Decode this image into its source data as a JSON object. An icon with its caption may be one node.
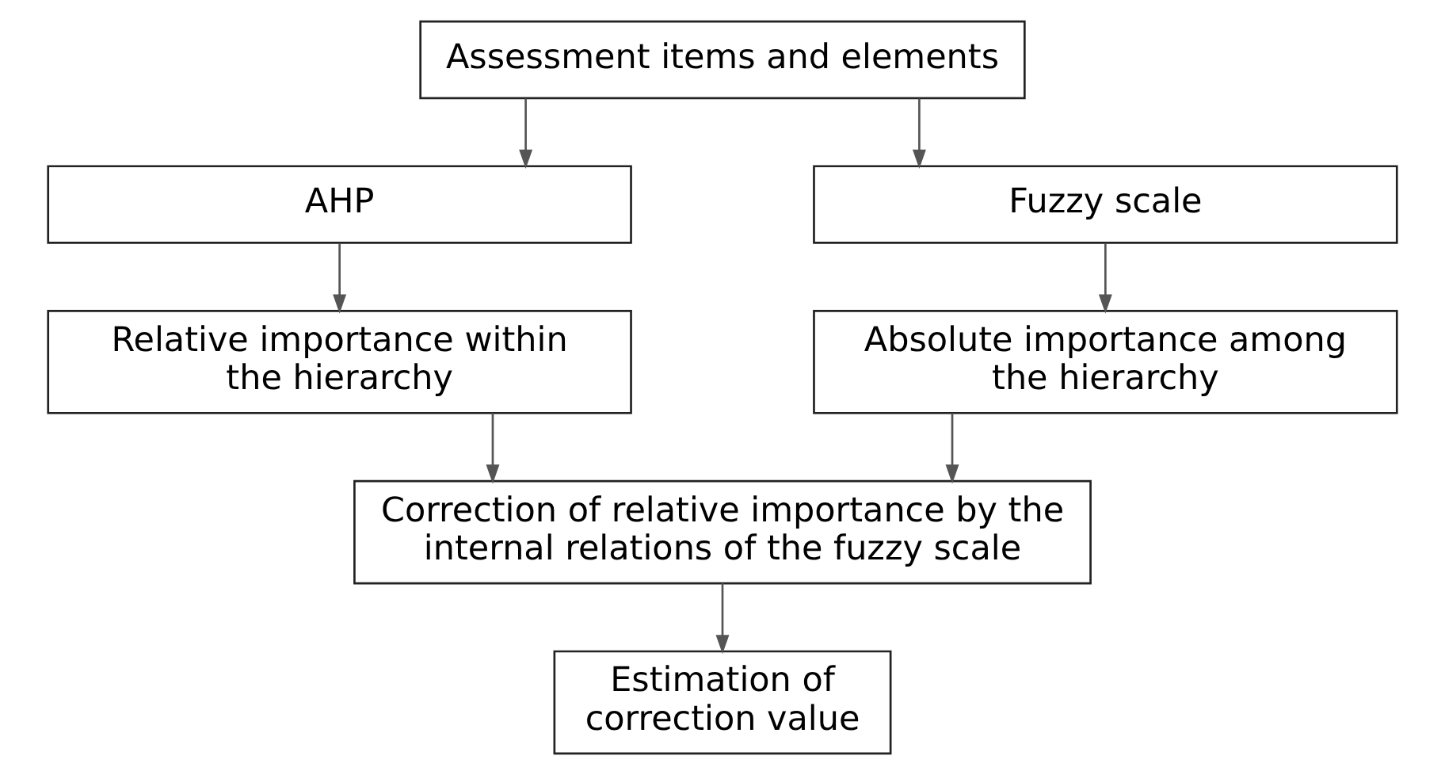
{
  "diagram": {
    "nodes": [
      {
        "text": [
          "Assessment items and elements"
        ]
      },
      {
        "text": [
          "AHP"
        ]
      },
      {
        "text": [
          "Fuzzy scale"
        ]
      },
      {
        "text": [
          "Relative importance within the hierarchy"
        ]
      },
      {
        "text": [
          "Absolute importance among the hierarchy"
        ]
      },
      {
        "text": [
          "Correction of relative importance by the internal relations of the fuzzy scale"
        ]
      },
      {
        "text": [
          "Estimation of correction value"
        ]
      }
    ],
    "edges": [
      {
        "from": 0,
        "to": 1,
        "arrow": "to"
      },
      {
        "from": 0,
        "to": 2,
        "arrow": "to"
      },
      {
        "from": 1,
        "to": 3,
        "arrow": "to"
      },
      {
        "from": 2,
        "to": 4,
        "arrow": "to"
      },
      {
        "from": 3,
        "to": 5,
        "arrow": "to"
      },
      {
        "from": 4,
        "to": 5,
        "arrow": "to"
      },
      {
        "from": 5,
        "to": 6,
        "arrow": "to"
      }
    ]
  }
}
